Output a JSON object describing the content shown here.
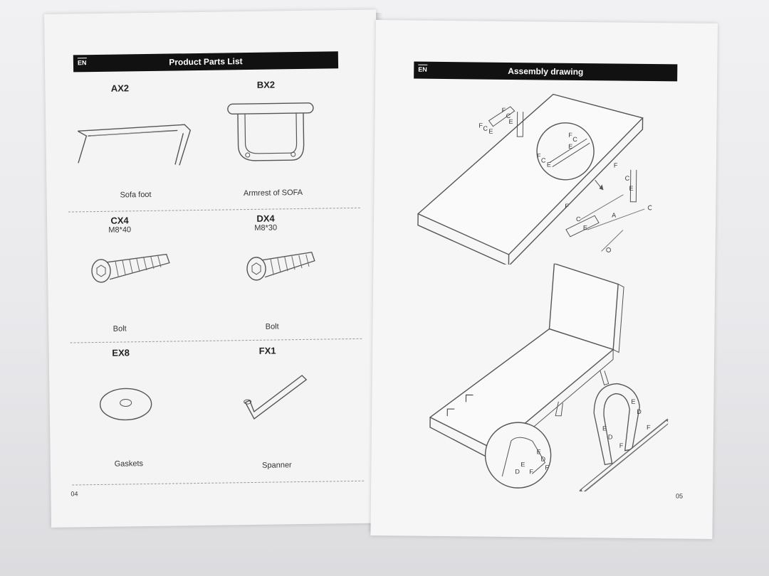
{
  "left_page": {
    "lang_tag": "EN",
    "header_title": "Product Parts List",
    "page_number": "04",
    "parts": [
      {
        "code": "AX2",
        "spec": "",
        "label": "Sofa foot"
      },
      {
        "code": "BX2",
        "spec": "",
        "label": "Armrest of SOFA"
      },
      {
        "code": "CX4",
        "spec": "M8*40",
        "label": "Bolt"
      },
      {
        "code": "DX4",
        "spec": "M8*30",
        "label": "Bolt"
      },
      {
        "code": "EX8",
        "spec": "",
        "label": "Gaskets"
      },
      {
        "code": "FX1",
        "spec": "",
        "label": "Spanner"
      }
    ]
  },
  "right_page": {
    "lang_tag": "EN",
    "header_title": "Assembly drawing",
    "page_number": "05",
    "callouts_top": [
      "F",
      "C",
      "E",
      "F",
      "C",
      "E",
      "F",
      "C",
      "E",
      "F",
      "C",
      "E",
      "F",
      "C",
      "E",
      "F",
      "C",
      "E",
      "A"
    ],
    "callouts_bottom": [
      "E",
      "D",
      "F",
      "E",
      "D",
      "F",
      "E",
      "D",
      "F",
      "E",
      "D",
      "F"
    ]
  }
}
